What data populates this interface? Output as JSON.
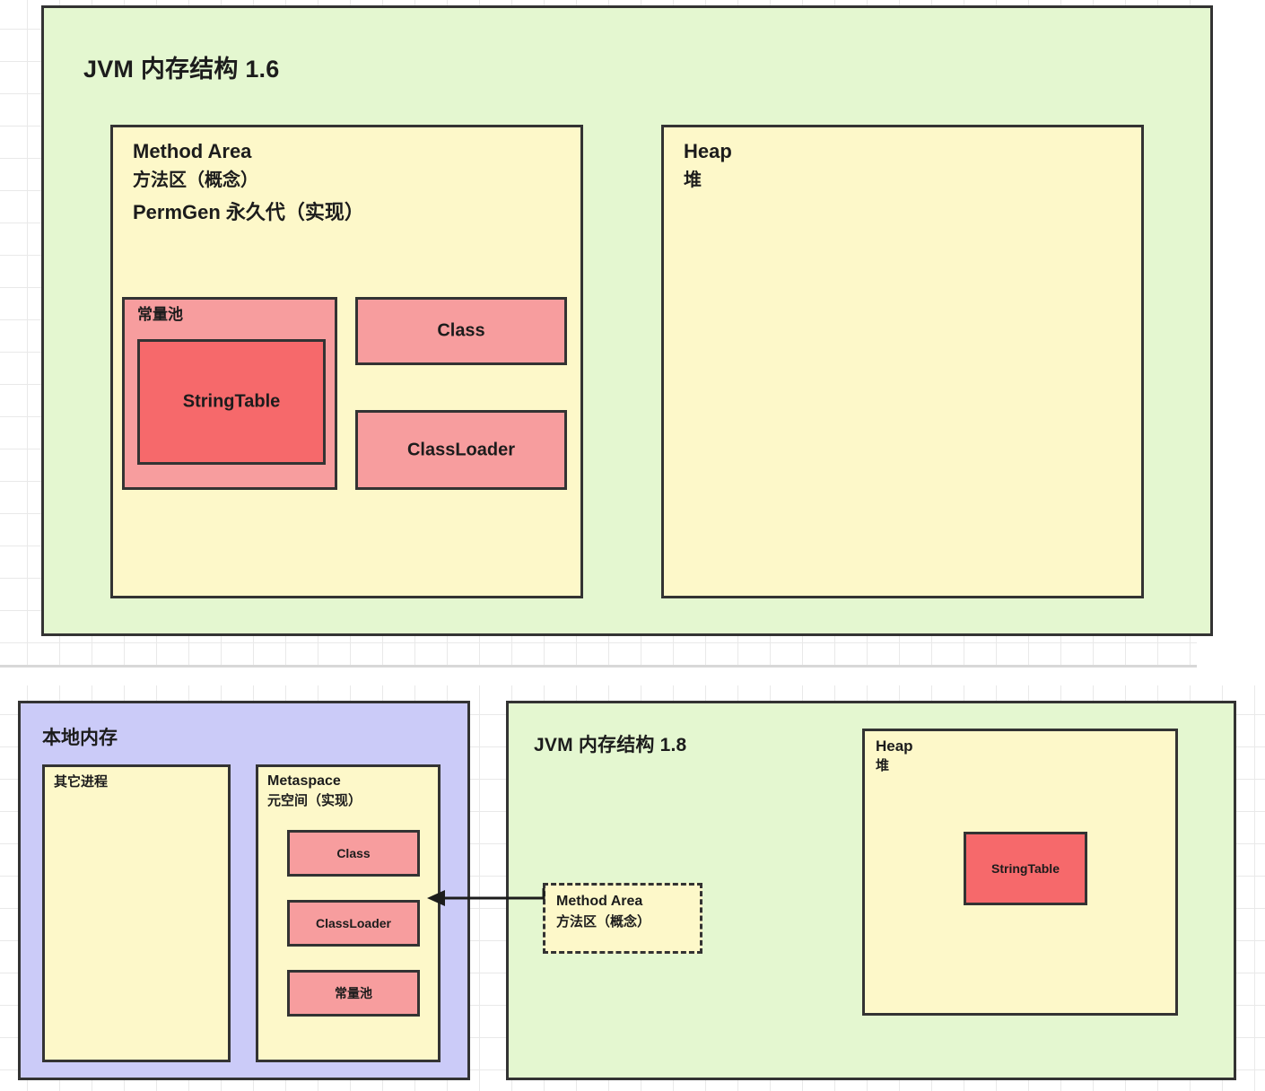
{
  "diagram": {
    "type": "jvm-memory-structure-comparison",
    "colors": {
      "green_panel": "#e4f7d0",
      "yellow_box": "#fdf8c9",
      "purple_panel": "#cbcbf8",
      "pink_box": "#f79d9e",
      "red_box": "#f6696b",
      "border": "#333333",
      "grid": "#e9e9e9",
      "background": "#ffffff"
    }
  },
  "jvm16": {
    "panel_title": "JVM 内存结构 1.6",
    "method_area": {
      "title_en": "Method Area",
      "title_cn": "方法区（概念）",
      "impl_cn": "PermGen 永久代（实现）",
      "constant_pool": {
        "label": "常量池",
        "string_table": "StringTable"
      },
      "class_label": "Class",
      "classloader_label": "ClassLoader"
    },
    "heap": {
      "title_en": "Heap",
      "title_cn": "堆"
    }
  },
  "jvm18": {
    "native_memory": {
      "title": "本地内存",
      "other_processes": "其它进程",
      "metaspace": {
        "title_en": "Metaspace",
        "title_cn": "元空间（实现）",
        "items": [
          "Class",
          "ClassLoader",
          "常量池"
        ]
      }
    },
    "method_area_note": {
      "title_en": "Method Area",
      "title_cn": "方法区（概念）",
      "style": "dashed"
    },
    "panel_title": "JVM 内存结构 1.8",
    "heap": {
      "title_en": "Heap",
      "title_cn": "堆",
      "string_table": "StringTable"
    },
    "arrow": {
      "name": "method-area-to-metaspace-arrow",
      "direction": "left"
    }
  }
}
